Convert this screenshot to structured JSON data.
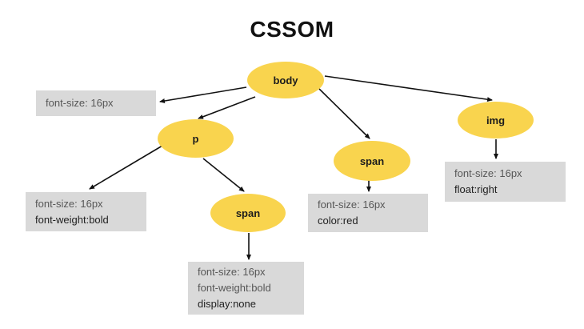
{
  "title": "CSSOM",
  "colors": {
    "node_fill": "#F9D44E",
    "box_fill": "#D9D9D9",
    "arrow": "#111111",
    "inherited_rule_text": "#575757",
    "own_rule_text": "#212121",
    "title_text": "#111111"
  },
  "nodes": [
    {
      "label": "body"
    },
    {
      "label": "p"
    },
    {
      "label": "span"
    },
    {
      "label": "span"
    },
    {
      "label": "img"
    }
  ],
  "boxes": [
    {
      "node": "body",
      "lines": [
        "font-size: 16px"
      ]
    },
    {
      "node": "p",
      "lines": [
        "font-size: 16px",
        "font-weight:bold"
      ]
    },
    {
      "node": "span-in-p",
      "lines": [
        "font-size: 16px",
        "font-weight:bold",
        "display:none"
      ]
    },
    {
      "node": "span-in-body",
      "lines": [
        "font-size: 16px",
        "color:red"
      ]
    },
    {
      "node": "img",
      "lines": [
        "font-size: 16px",
        "float:right"
      ]
    }
  ]
}
